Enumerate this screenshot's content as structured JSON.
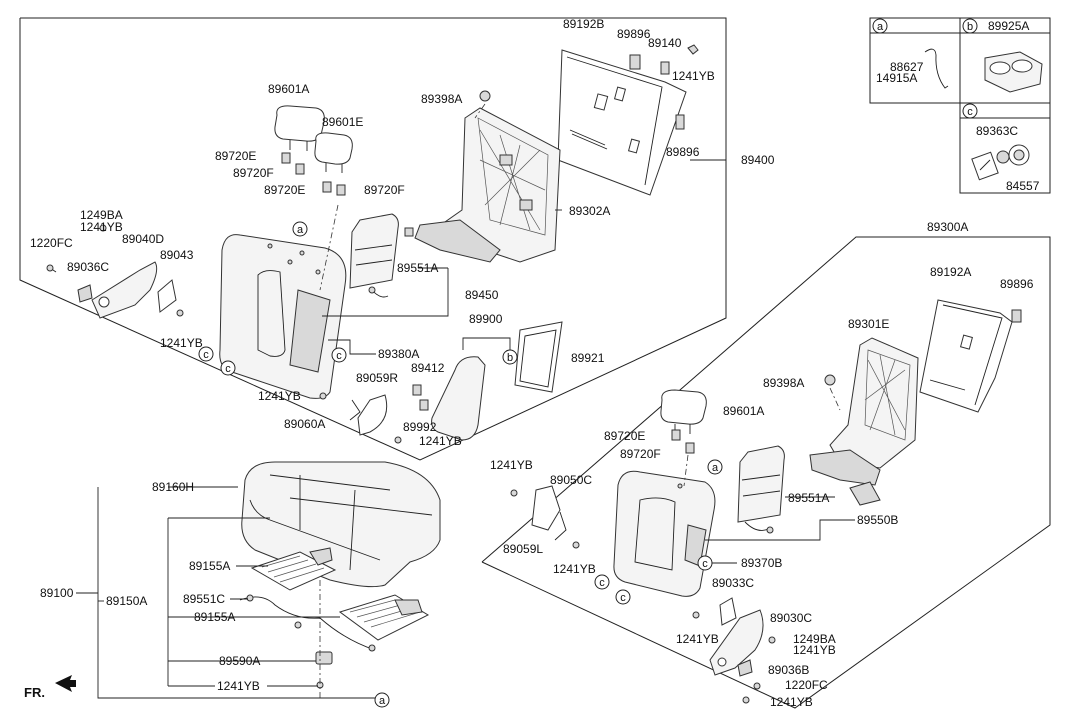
{
  "labels": {
    "p89192B": "89192B",
    "p89896_top": "89896",
    "p89140": "89140",
    "p1241YB_top": "1241YB",
    "p89398A_top": "89398A",
    "p89896_mid": "89896",
    "p89400": "89400",
    "p89302A": "89302A",
    "p89601A_top": "89601A",
    "p89601E": "89601E",
    "p89720E_1": "89720E",
    "p89720F_1": "89720F",
    "p89720E_2": "89720E",
    "p89720F_2": "89720F",
    "p1249BA_left": "1249BA",
    "p1241YB_left": "1241YB",
    "p1220FC_left": "1220FC",
    "p89040D": "89040D",
    "p89036C": "89036C",
    "p89043": "89043",
    "p1241YB_left2": "1241YB",
    "p89551A_top": "89551A",
    "p89450": "89450",
    "p89380A": "89380A",
    "p89900": "89900",
    "p89921": "89921",
    "p89412": "89412",
    "p89059R": "89059R",
    "p1241YB_mid": "1241YB",
    "p89060A": "89060A",
    "p89992": "89992",
    "p1241YB_mid2": "1241YB",
    "p89300A": "89300A",
    "p89192A": "89192A",
    "p89896_right": "89896",
    "p89301E": "89301E",
    "p89398A_right": "89398A",
    "p89601A_right": "89601A",
    "p89720E_r": "89720E",
    "p89720F_r": "89720F",
    "p1241YB_r1": "1241YB",
    "p89050C": "89050C",
    "p89059L": "89059L",
    "p1241YB_r2": "1241YB",
    "p89551A_right": "89551A",
    "p89550B": "89550B",
    "p89370B": "89370B",
    "p89033C": "89033C",
    "p89030C": "89030C",
    "p1241YB_r3": "1241YB",
    "p1249BA_r": "1249BA",
    "p1241YB_r4": "1241YB",
    "p89036B": "89036B",
    "p1220FC_r": "1220FC",
    "p1241YB_r5": "1241YB",
    "p89160H": "89160H",
    "p89100": "89100",
    "p89150A": "89150A",
    "p89155A_1": "89155A",
    "p89551C": "89551C",
    "p89155A_2": "89155A",
    "p89590A": "89590A",
    "p1241YB_bot": "1241YB",
    "p88627": "88627",
    "p14915A": "14915A",
    "p89925A": "89925A",
    "p89363C": "89363C",
    "p84557": "84557",
    "fr": "FR."
  },
  "callouts": {
    "a": "a",
    "b": "b",
    "c": "c"
  }
}
